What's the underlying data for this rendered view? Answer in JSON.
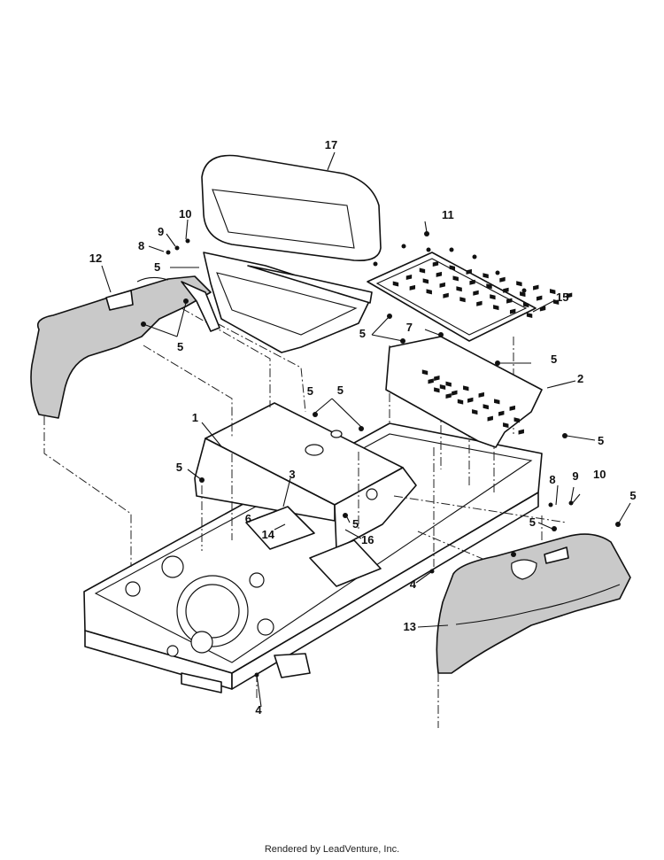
{
  "callouts": {
    "c1": "1",
    "c2": "2",
    "c3": "3",
    "c4a": "4",
    "c4b": "4",
    "c5a": "5",
    "c5b": "5",
    "c5c": "5",
    "c5d": "5",
    "c5e": "5",
    "c5f": "5",
    "c5g": "5",
    "c5h": "5",
    "c5i": "5",
    "c5j": "5",
    "c5k": "5",
    "c6": "6",
    "c7": "7",
    "c8a": "8",
    "c8b": "8",
    "c9a": "9",
    "c9b": "9",
    "c10a": "10",
    "c10b": "10",
    "c11": "11",
    "c12": "12",
    "c13": "13",
    "c14": "14",
    "c15": "15",
    "c16": "16",
    "c17": "17"
  },
  "footer": {
    "text": "Rendered by LeadVenture, Inc."
  }
}
